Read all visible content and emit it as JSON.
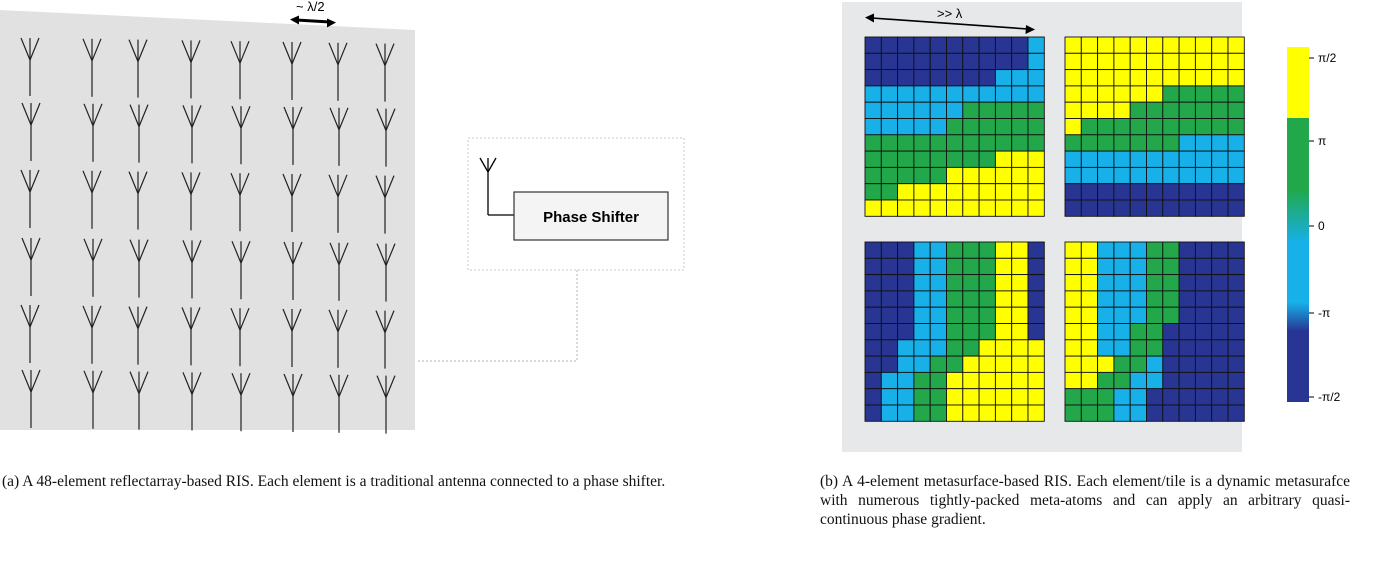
{
  "panel_a": {
    "spacing_label": "~ λ/2",
    "phase_shifter_label": "Phase Shifter",
    "antenna_grid": {
      "rows": 6,
      "cols": 8
    },
    "caption": "(a) A 48-element reflectarray-based RIS. Each element is a traditional antenna connected to a phase shifter."
  },
  "panel_b": {
    "tile_size_label": ">> λ",
    "colorbar_ticks": [
      "π/2",
      "π",
      "0",
      "-π",
      "-π/2"
    ],
    "colors": {
      "yellow": "#ffff00",
      "green": "#22a84a",
      "light_blue": "#17b0e8",
      "dark_blue": "#283593",
      "frame": "#e6e8ea",
      "panel_gray": "#e0e0e0"
    },
    "tiles": [
      {
        "name": "top-left",
        "grid": [
          "DDDDDDDDDDL",
          "DDDDDDDDDDL",
          "DDDDDDDDLLL",
          "LLLLLLLLLLL",
          "LLLLLLGGGGG",
          "LLLLLGGGGGG",
          "GGGGGGGGGGG",
          "GGGGGGGGYYY",
          "GGGGGYYYYYY",
          "GGYYYYYYYYY",
          "YYYYYYYYYYY"
        ]
      },
      {
        "name": "top-right",
        "grid": [
          "YYYYYYYYYYY",
          "YYYYYYYYYYY",
          "YYYYYYYYYYY",
          "YYYYYYGGGGG",
          "YYYYGGGGGGG",
          "YGGGGGGGGGG",
          "GGGGGGGLLLL",
          "LLLLLLLLLLL",
          "LLLLLLLLLLL",
          "DDDDDDDDDDD",
          "DDDDDDDDDDD"
        ]
      },
      {
        "name": "bottom-left",
        "grid": [
          "DDDLLGGGYYD",
          "DDDLLGGGYYD",
          "DDDLLGGGYYD",
          "DDDLLGGGYYD",
          "DDDLLGGGYYD",
          "DDDLLGGGYYD",
          "DDLLLGGYYYY",
          "DDLLGGYYYYY",
          "DLLGGYYYYYY",
          "DLLGGYYYYYY",
          "DLLGGYYYYYY"
        ]
      },
      {
        "name": "bottom-right",
        "grid": [
          "YYLLLGGDDDD",
          "YYLLLGGDDDD",
          "YYLLLGGDDDD",
          "YYLLLGGDDDD",
          "YYLLLGGDDDD",
          "YYLLGGDDDDD",
          "YYLLGGDDDDD",
          "YYYGGLDDDDD",
          "YYGGLLDDDDD",
          "GGGLLDDDDDD",
          "GGGLLDDDDDD"
        ]
      }
    ],
    "caption": "(b) A 4-element metasurface-based RIS. Each element/tile is a dynamic metasurafce with numerous tightly-packed meta-atoms and can apply an arbitrary quasi-continuous phase gradient."
  }
}
